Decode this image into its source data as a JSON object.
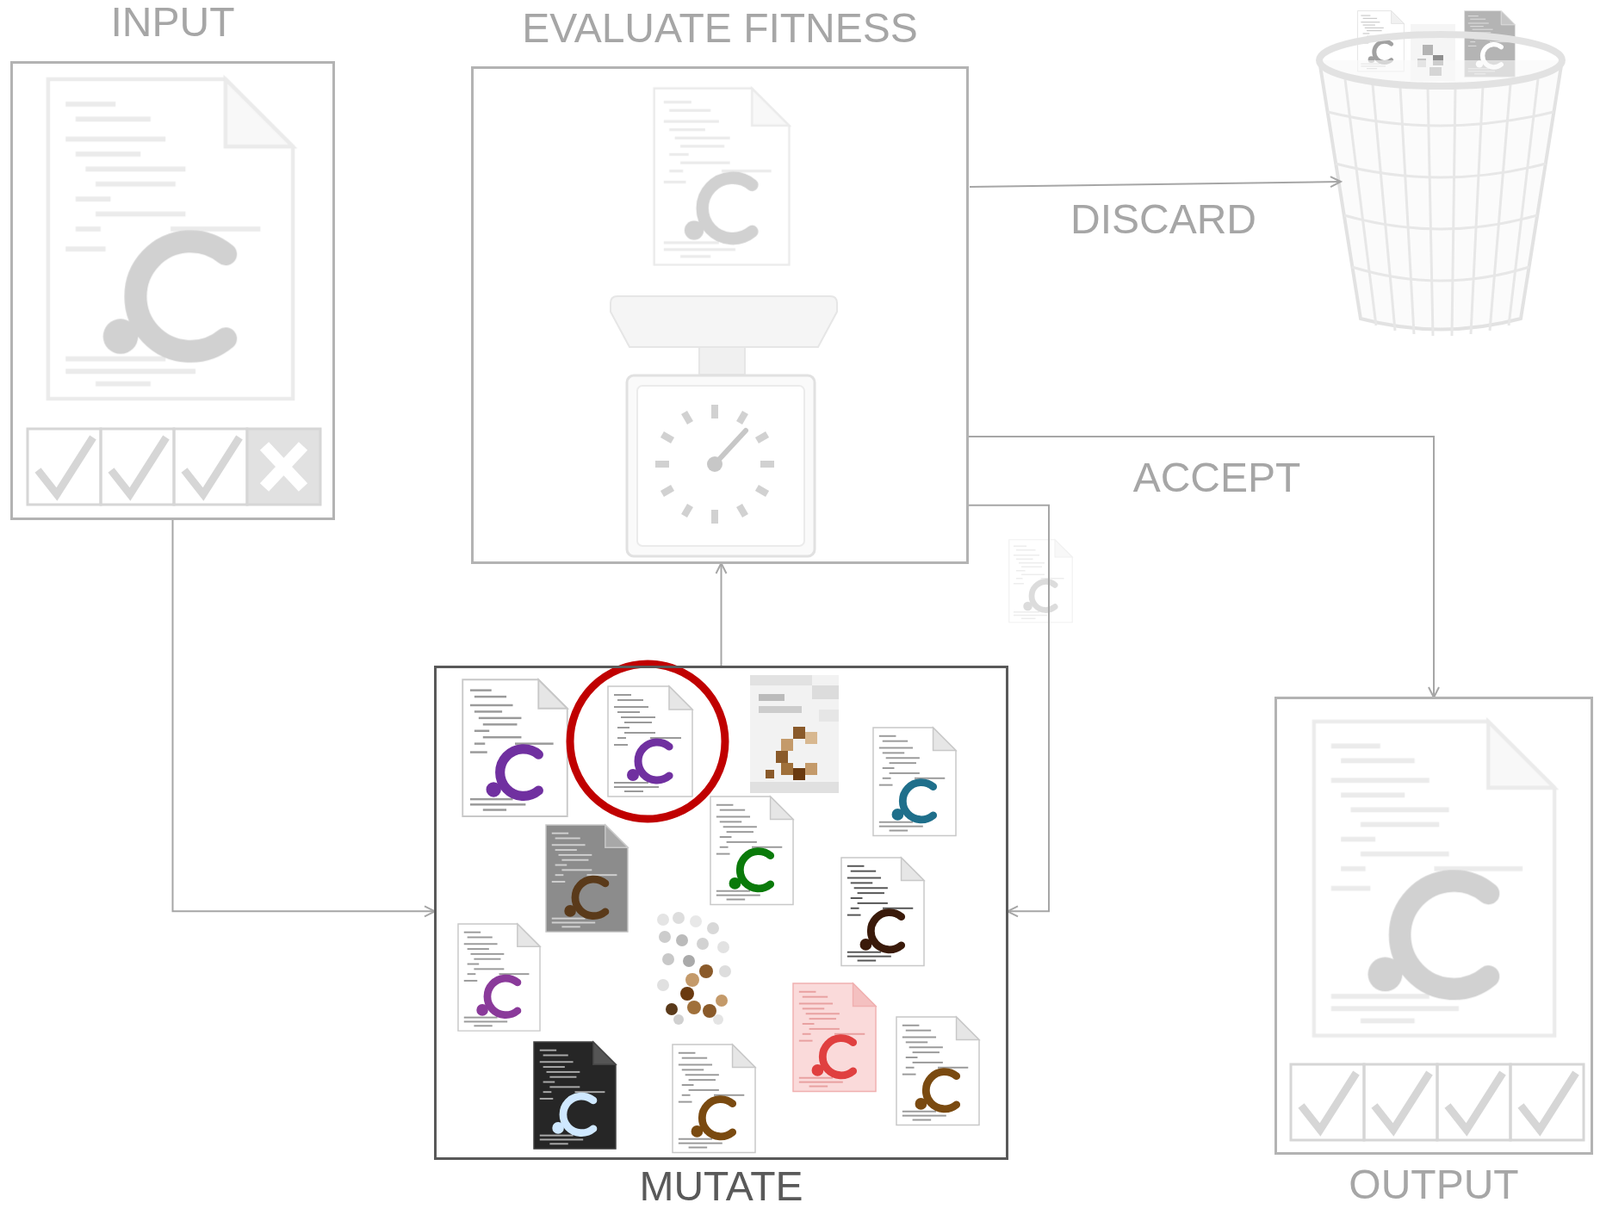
{
  "diagram": {
    "nodes": [
      {
        "text": [
          "INPUT"
        ]
      },
      {
        "text": [
          "EVALUATE FITNESS"
        ]
      },
      {
        "text": [
          "MUTATE"
        ]
      },
      {
        "text": [
          "OUTPUT"
        ]
      }
    ],
    "edges": [
      {
        "from": 0,
        "to": 2,
        "arrow": "to"
      },
      {
        "from": 2,
        "to": 1,
        "arrow": "to"
      },
      {
        "from": 1,
        "to": 2,
        "arrow": "to"
      },
      {
        "from": 1,
        "to": 3,
        "label": "ACCEPT",
        "arrow": "to"
      }
    ],
    "labels": [
      "DISCARD"
    ]
  }
}
